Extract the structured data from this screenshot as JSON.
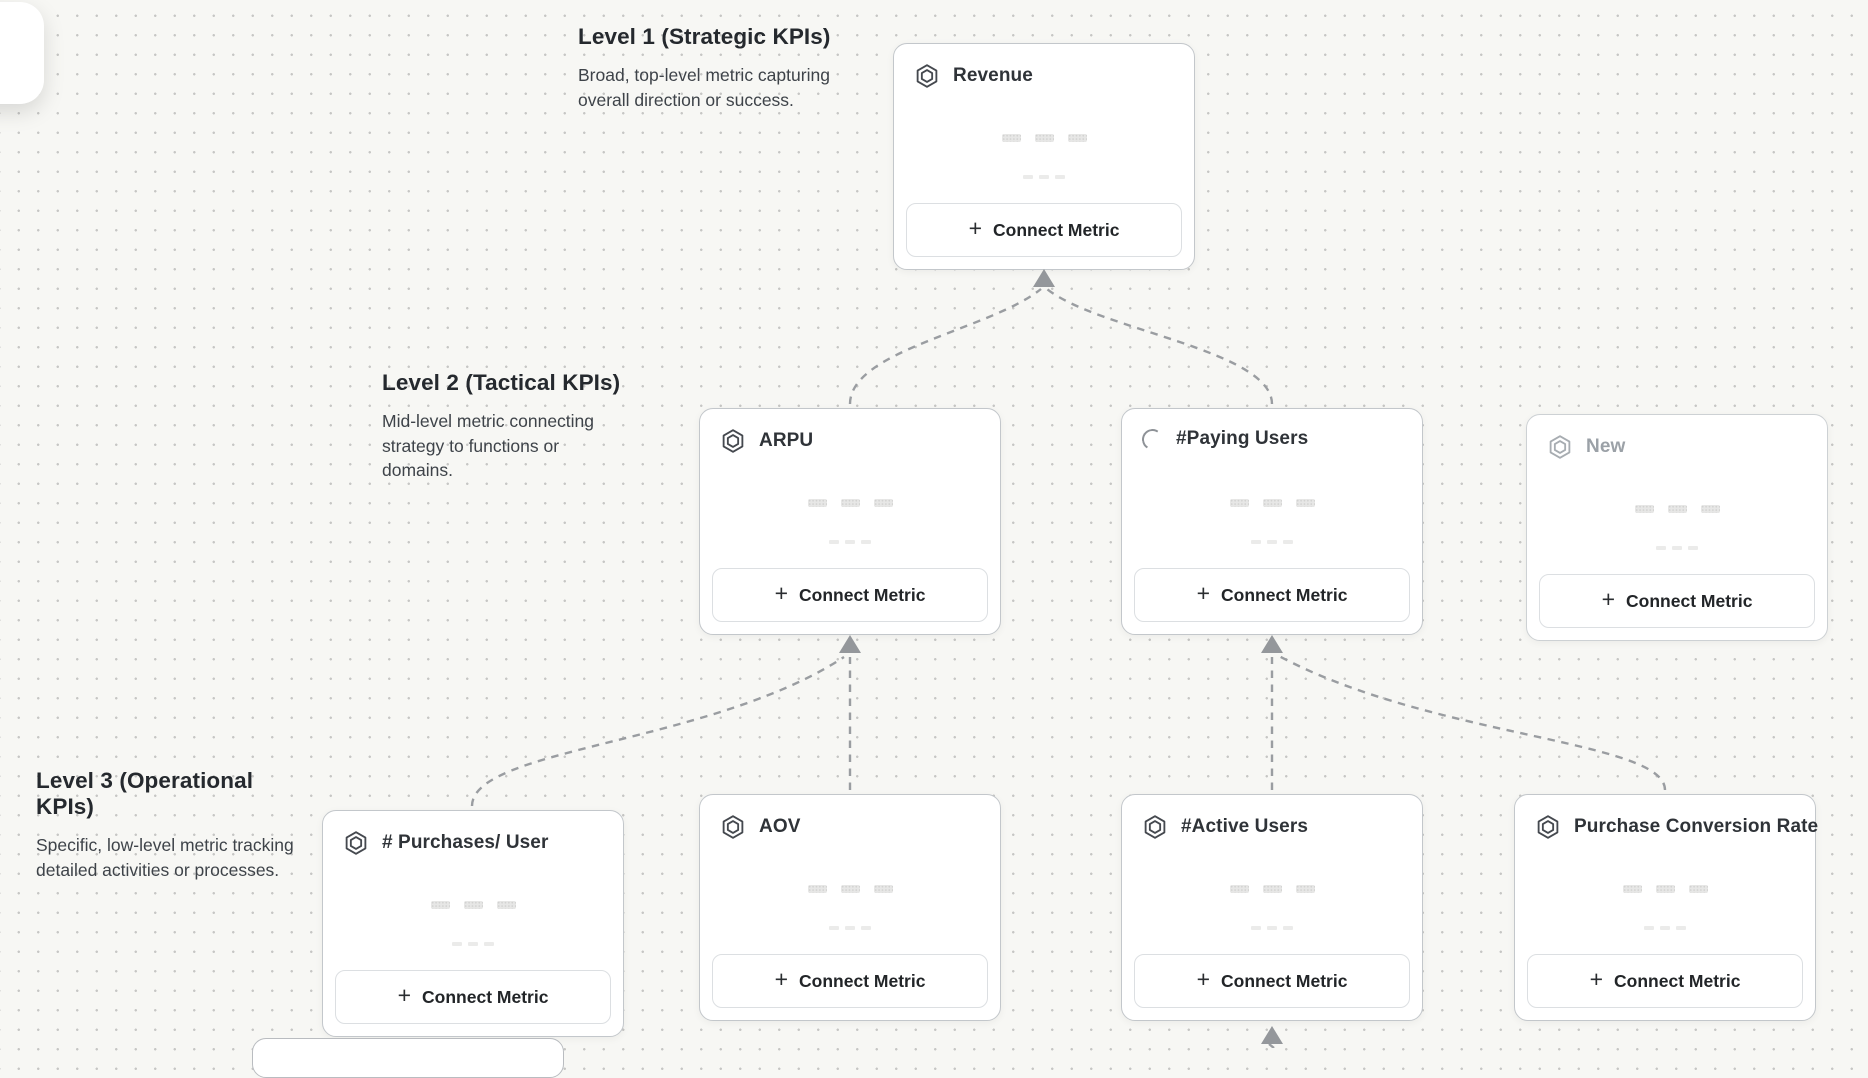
{
  "canvas": {
    "background_color": "#f7f7f4",
    "dot_color": "#c6c6c4"
  },
  "colors": {
    "card_border": "#c3c7cb",
    "card_title": "#2f3338",
    "muted_title": "#9ba1a7",
    "connector": "#9a9da1",
    "arrowhead": "#94979b",
    "button_border": "#dcdfe2",
    "heading_text": "#25292e",
    "body_text": "#3e4349"
  },
  "levels": [
    {
      "title": "Level 1 (Strategic KPIs)",
      "description": "Broad, top-level metric capturing overall direction or success."
    },
    {
      "title": "Level 2 (Tactical KPIs)",
      "description": "Mid-level metric connecting strategy to functions or domains."
    },
    {
      "title": "Level 3 (Operational KPIs)",
      "description": "Specific, low-level metric tracking detailed activities or processes."
    }
  ],
  "cards": [
    {
      "title": "Revenue",
      "icon": "metric-hexagon",
      "level": 1
    },
    {
      "title": "ARPU",
      "icon": "metric-hexagon",
      "level": 2
    },
    {
      "title": "#Paying Users",
      "icon": "loading-spinner",
      "level": 2
    },
    {
      "title": "New",
      "icon": "metric-hexagon",
      "level": 2,
      "muted": true
    },
    {
      "title": "# Purchases/ User",
      "icon": "metric-hexagon",
      "level": 3
    },
    {
      "title": "AOV",
      "icon": "metric-hexagon",
      "level": 3
    },
    {
      "title": "#Active Users",
      "icon": "metric-hexagon",
      "level": 3
    },
    {
      "title": "Purchase Conversion Rate",
      "icon": "metric-hexagon",
      "level": 3
    }
  ],
  "buttons": {
    "connect_metric": "Connect Metric",
    "plus": "+"
  }
}
